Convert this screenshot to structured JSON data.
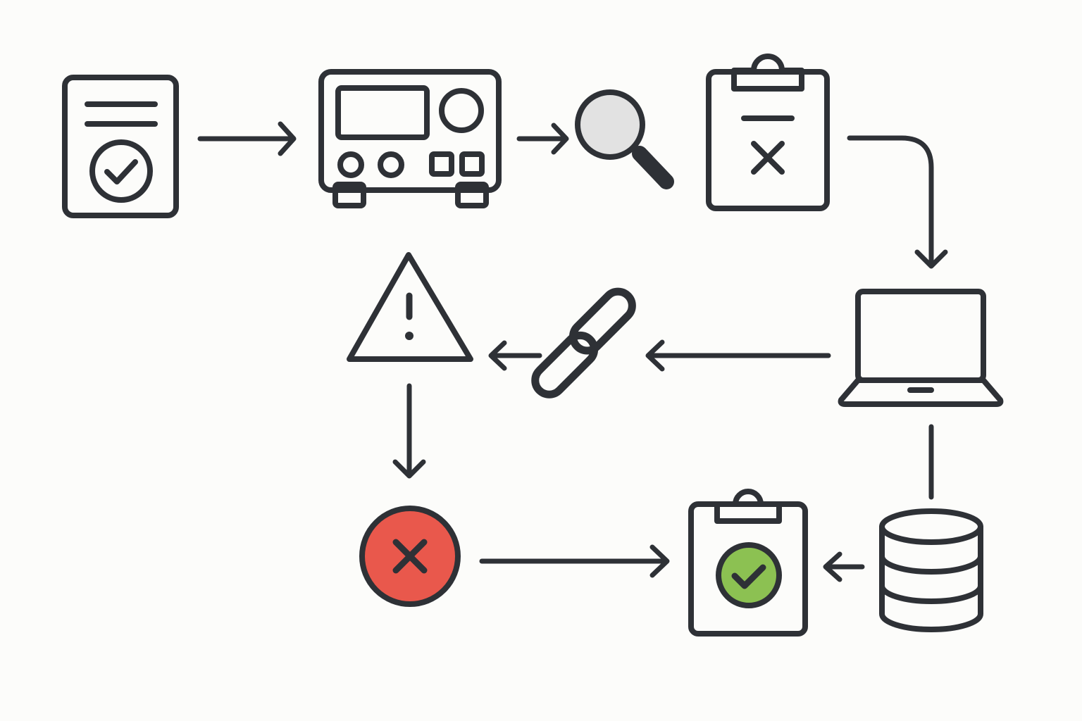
{
  "diagram": {
    "colors": {
      "outline": "#2e3136",
      "background": "#fcfcfa",
      "neutral_fill": "#e2e2e2",
      "screen_green": "#82b87a",
      "warning_yellow": "#f6d15c",
      "error_red": "#e9584c",
      "success_green": "#8cc152"
    },
    "nodes": [
      {
        "id": "approved-document",
        "icon": "document-check-icon"
      },
      {
        "id": "test-instrument",
        "icon": "instrument-icon"
      },
      {
        "id": "inspection",
        "icon": "magnifier-icon"
      },
      {
        "id": "failed-checklist",
        "icon": "clipboard-x-icon"
      },
      {
        "id": "computer",
        "icon": "laptop-icon"
      },
      {
        "id": "connection",
        "icon": "chain-link-icon"
      },
      {
        "id": "warning",
        "icon": "warning-triangle-icon"
      },
      {
        "id": "error",
        "icon": "error-x-icon"
      },
      {
        "id": "database",
        "icon": "database-icon"
      },
      {
        "id": "passed-checklist",
        "icon": "clipboard-check-icon"
      }
    ],
    "edges": [
      {
        "from": "approved-document",
        "to": "test-instrument"
      },
      {
        "from": "test-instrument",
        "to": "inspection"
      },
      {
        "from": "failed-checklist",
        "to": "computer"
      },
      {
        "from": "computer",
        "to": "connection"
      },
      {
        "from": "connection",
        "to": "warning"
      },
      {
        "from": "warning",
        "to": "error"
      },
      {
        "from": "error",
        "to": "passed-checklist"
      },
      {
        "from": "database",
        "to": "passed-checklist"
      },
      {
        "from": "computer",
        "to": "database"
      }
    ]
  }
}
